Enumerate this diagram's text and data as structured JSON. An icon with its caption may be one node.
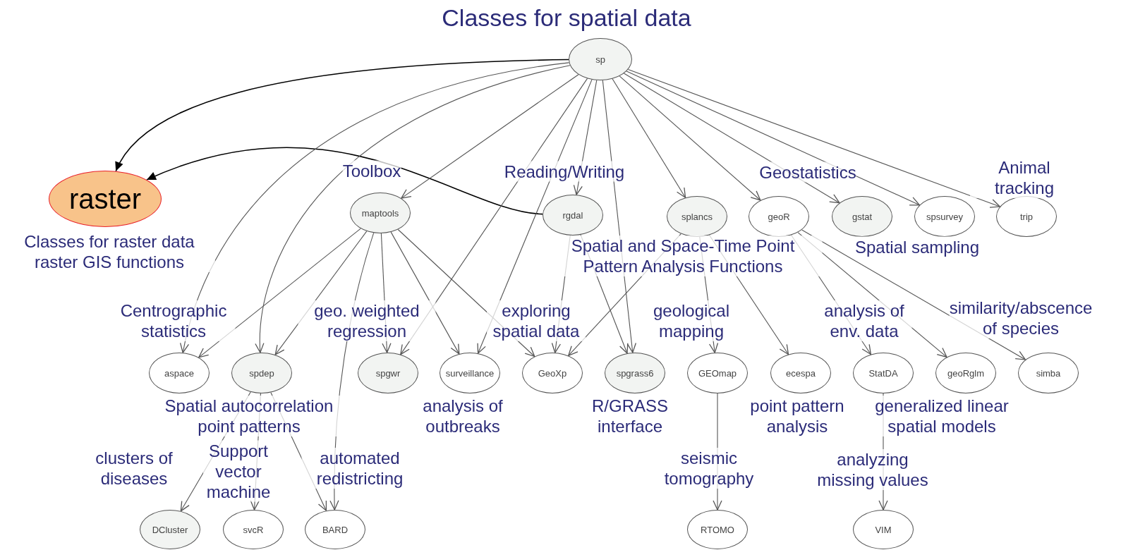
{
  "diagram": {
    "title": "Classes for spatial data",
    "nodes": [
      {
        "text": [
          "sp"
        ]
      },
      {
        "text": [
          "raster"
        ]
      },
      {
        "text": [
          "maptools"
        ]
      },
      {
        "text": [
          "rgdal"
        ]
      },
      {
        "text": [
          "splancs"
        ]
      },
      {
        "text": [
          "geoR"
        ]
      },
      {
        "text": [
          "gstat"
        ]
      },
      {
        "text": [
          "spsurvey"
        ]
      },
      {
        "text": [
          "trip"
        ]
      },
      {
        "text": [
          "aspace"
        ]
      },
      {
        "text": [
          "spdep"
        ]
      },
      {
        "text": [
          "spgwr"
        ]
      },
      {
        "text": [
          "surveillance"
        ]
      },
      {
        "text": [
          "GeoXp"
        ]
      },
      {
        "text": [
          "spgrass6"
        ]
      },
      {
        "text": [
          "GEOmap"
        ]
      },
      {
        "text": [
          "ecespa"
        ]
      },
      {
        "text": [
          "StatDA"
        ]
      },
      {
        "text": [
          "geoRglm"
        ]
      },
      {
        "text": [
          "simba"
        ]
      },
      {
        "text": [
          "DCluster"
        ]
      },
      {
        "text": [
          "svcR"
        ]
      },
      {
        "text": [
          "BARD"
        ]
      },
      {
        "text": [
          "RTOMO"
        ]
      },
      {
        "text": [
          "VIM"
        ]
      }
    ],
    "edges": [
      {
        "from": 0,
        "to": 1,
        "arrow": "to",
        "color": "#000000"
      },
      {
        "from": 3,
        "to": 1,
        "arrow": "to",
        "color": "#000000"
      },
      {
        "from": 0,
        "to": 2,
        "arrow": "to"
      },
      {
        "from": 0,
        "to": 3,
        "arrow": "to"
      },
      {
        "from": 0,
        "to": 4,
        "arrow": "to"
      },
      {
        "from": 0,
        "to": 5,
        "arrow": "to"
      },
      {
        "from": 0,
        "to": 6,
        "arrow": "to"
      },
      {
        "from": 0,
        "to": 7,
        "arrow": "to"
      },
      {
        "from": 0,
        "to": 8,
        "arrow": "to"
      },
      {
        "from": 0,
        "to": 9,
        "arrow": "to"
      },
      {
        "from": 0,
        "to": 10,
        "arrow": "to"
      },
      {
        "from": 0,
        "to": 11,
        "arrow": "to"
      },
      {
        "from": 0,
        "to": 12,
        "arrow": "to"
      },
      {
        "from": 0,
        "to": 14,
        "arrow": "to"
      },
      {
        "from": 2,
        "to": 9,
        "arrow": "to"
      },
      {
        "from": 2,
        "to": 10,
        "arrow": "to"
      },
      {
        "from": 2,
        "to": 11,
        "arrow": "to"
      },
      {
        "from": 2,
        "to": 12,
        "arrow": "to"
      },
      {
        "from": 2,
        "to": 13,
        "arrow": "to"
      },
      {
        "from": 2,
        "to": 22,
        "arrow": "to"
      },
      {
        "from": 3,
        "to": 13,
        "arrow": "to"
      },
      {
        "from": 3,
        "to": 14,
        "arrow": "to"
      },
      {
        "from": 4,
        "to": 13,
        "arrow": "to"
      },
      {
        "from": 4,
        "to": 15,
        "arrow": "to"
      },
      {
        "from": 4,
        "to": 16,
        "arrow": "to"
      },
      {
        "from": 5,
        "to": 17,
        "arrow": "to"
      },
      {
        "from": 5,
        "to": 18,
        "arrow": "to"
      },
      {
        "from": 5,
        "to": 19,
        "arrow": "to"
      },
      {
        "from": 10,
        "to": 20,
        "arrow": "to"
      },
      {
        "from": 10,
        "to": 21,
        "arrow": "to"
      },
      {
        "from": 10,
        "to": 22,
        "arrow": "to"
      },
      {
        "from": 15,
        "to": 23,
        "arrow": "to"
      },
      {
        "from": 17,
        "to": 24,
        "arrow": "to"
      }
    ],
    "labels": [
      "Toolbox",
      "Reading/Writing",
      "Geostatistics",
      "Animal tracking",
      "Classes for raster data raster GIS functions",
      "Spatial and Space-Time Point Pattern Analysis Functions",
      "Spatial sampling",
      "Centrographic statistics",
      "geo. weighted regression",
      "exploring spatial data",
      "geological mapping",
      "analysis of env. data",
      "similarity/abscence of species",
      "Spatial autocorrelation point patterns",
      "analysis of outbreaks",
      "R/GRASS interface",
      "point pattern analysis",
      "generalized linear spatial models",
      "clusters of diseases",
      "Support vector machine",
      "automated redistricting",
      "seismic tomography",
      "analyzing missing values"
    ]
  }
}
